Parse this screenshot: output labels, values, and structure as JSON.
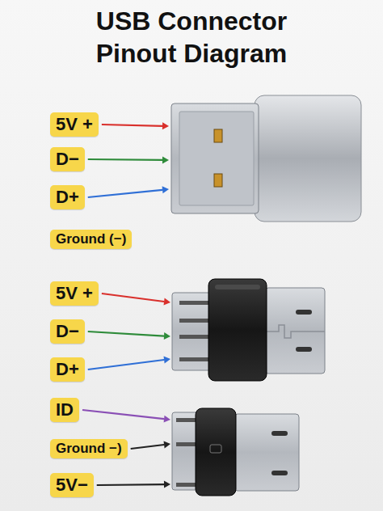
{
  "diagram": {
    "title": "USB Connector Pinout Diagram",
    "nodes": [
      {
        "text": [
          "5V +"
        ]
      },
      {
        "text": [
          "D−"
        ]
      },
      {
        "text": [
          "D+"
        ]
      },
      {
        "text": [
          "Ground (−)"
        ]
      },
      {
        "text": [
          "5V +"
        ]
      },
      {
        "text": [
          "D−"
        ]
      },
      {
        "text": [
          "D+"
        ]
      },
      {
        "text": [
          "ID"
        ]
      },
      {
        "text": [
          "Ground −)"
        ]
      },
      {
        "text": [
          "5V−"
        ]
      }
    ]
  }
}
